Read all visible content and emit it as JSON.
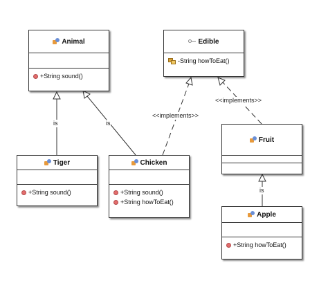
{
  "classes": {
    "animal": {
      "name": "Animal",
      "ops": [
        "+String sound()"
      ]
    },
    "edible": {
      "name": "Edible",
      "ops": [
        "-String howToEat()"
      ]
    },
    "tiger": {
      "name": "Tiger",
      "ops": [
        "+String sound()"
      ]
    },
    "chicken": {
      "name": "Chicken",
      "ops": [
        "+String sound()",
        "+String howToEat()"
      ]
    },
    "fruit": {
      "name": "Fruit",
      "ops": []
    },
    "apple": {
      "name": "Apple",
      "ops": [
        "+String howToEat()"
      ]
    }
  },
  "edges": {
    "tiger_animal": {
      "label": "is"
    },
    "chicken_animal": {
      "label": "is"
    },
    "chicken_edible": {
      "label": "<<implements>>"
    },
    "fruit_edible": {
      "label": "<<implements>>"
    },
    "apple_fruit": {
      "label": "is"
    }
  },
  "colors": {
    "line": "#333333",
    "background": "#ffffff"
  },
  "icons": {
    "class": "class-icon",
    "interface": "interface-icon",
    "public_method": "public-method-icon",
    "abstract_method": "abstract-method-icon"
  }
}
